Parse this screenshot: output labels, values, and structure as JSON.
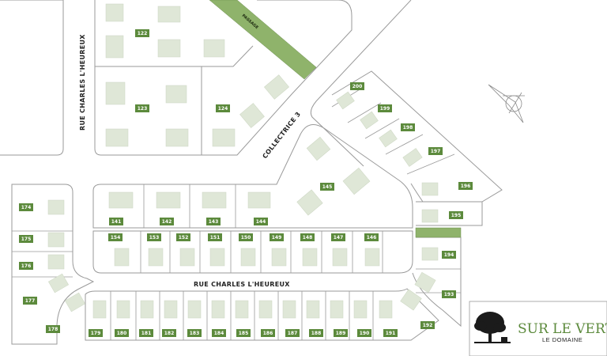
{
  "colors": {
    "badge": "#5c8a3c",
    "house": "#dfe7d7",
    "passage": "#8fb36b",
    "line": "#9a9a9a",
    "brand": "#5c8a3c"
  },
  "streets": {
    "charles_vertical": "RUE CHARLES L'HEUREUX",
    "charles_horizontal": "RUE CHARLES L'HEUREUX",
    "collectrice": "COLLECTRICE 3",
    "passage": "PASSAGE"
  },
  "lots": [
    "122",
    "123",
    "124",
    "200",
    "199",
    "198",
    "197",
    "196",
    "195",
    "145",
    "141",
    "142",
    "143",
    "144",
    "154",
    "153",
    "152",
    "151",
    "150",
    "149",
    "148",
    "147",
    "146",
    "174",
    "175",
    "176",
    "177",
    "178",
    "179",
    "180",
    "181",
    "182",
    "183",
    "184",
    "185",
    "186",
    "187",
    "188",
    "189",
    "190",
    "191",
    "192",
    "193",
    "194"
  ],
  "brand": {
    "title": "SUR LE VERT",
    "subtitle": "LE DOMAINE",
    "icon": "oak-tree-icon"
  },
  "compass": {
    "icon": "north-arrow-icon"
  }
}
